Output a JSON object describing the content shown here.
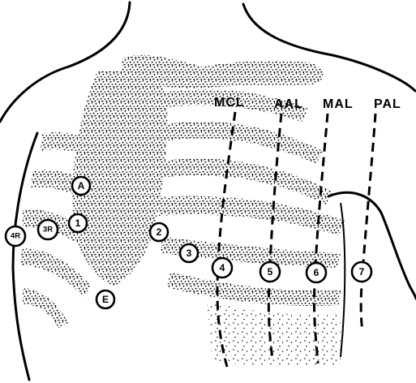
{
  "guide_lines": [
    {
      "id": "mcl",
      "label": "MCL"
    },
    {
      "id": "aal",
      "label": "AAL"
    },
    {
      "id": "mal",
      "label": "MAL"
    },
    {
      "id": "pal",
      "label": "PAL"
    }
  ],
  "markers": [
    {
      "id": "a",
      "label": "A"
    },
    {
      "id": "4r",
      "label": "4R"
    },
    {
      "id": "3r",
      "label": "3R"
    },
    {
      "id": "1",
      "label": "1"
    },
    {
      "id": "2",
      "label": "2"
    },
    {
      "id": "3",
      "label": "3"
    },
    {
      "id": "4",
      "label": "4"
    },
    {
      "id": "5",
      "label": "5"
    },
    {
      "id": "6",
      "label": "6"
    },
    {
      "id": "7",
      "label": "7"
    },
    {
      "id": "e",
      "label": "E"
    }
  ]
}
